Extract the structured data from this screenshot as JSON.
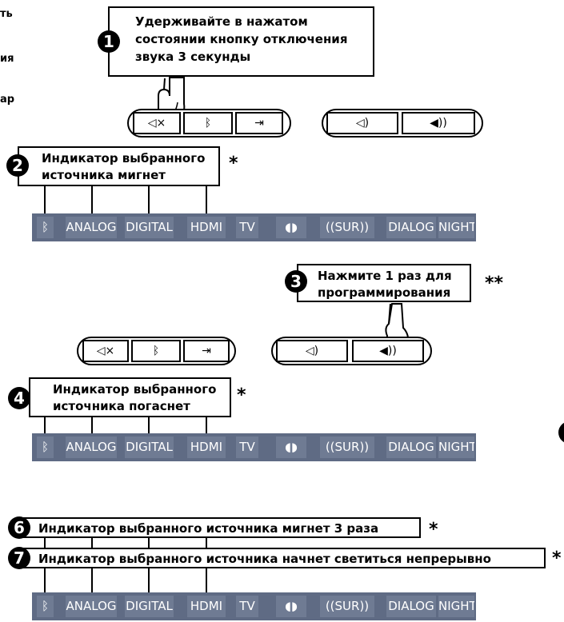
{
  "edge_text": {
    "line1": "ть",
    "line2": "ия",
    "line3": "ар"
  },
  "step1": {
    "number": "1",
    "text": "Удерживайте в нажатом состоянии кнопку отключения звука 3 секунды"
  },
  "step2": {
    "number": "2",
    "line1": "Индикатор выбранного",
    "line2": "источника мигнет",
    "mark": "*"
  },
  "step3": {
    "number": "3",
    "line1": "Нажмите 1 раз для",
    "line2": "программирования",
    "mark": "**"
  },
  "step4": {
    "number": "4",
    "line1": "Индикатор выбранного",
    "line2": "источника погаснет",
    "mark": "*"
  },
  "step6": {
    "number": "6",
    "text": "Индикатор выбранного источника мигнет 3 раза",
    "mark": "*"
  },
  "step7": {
    "number": "7",
    "text": "Индикатор выбранного источника начнет светиться непрерывно",
    "mark": "*"
  },
  "indicator_bar": {
    "labels": [
      "ANALOG",
      "DIGITAL",
      "HDMI",
      "TV",
      "((SUR))",
      "DIALOG",
      "NIGHT"
    ],
    "icons": [
      "bluetooth-icon",
      "dolby-icon"
    ],
    "colors": {
      "bar": "#5f6b84",
      "segment": "#6f7b93"
    }
  },
  "remote_buttons": {
    "left_group": [
      "mute-icon",
      "bluetooth-icon",
      "input-source-icon"
    ],
    "right_group": [
      "volume-down-icon",
      "volume-up-icon"
    ]
  }
}
